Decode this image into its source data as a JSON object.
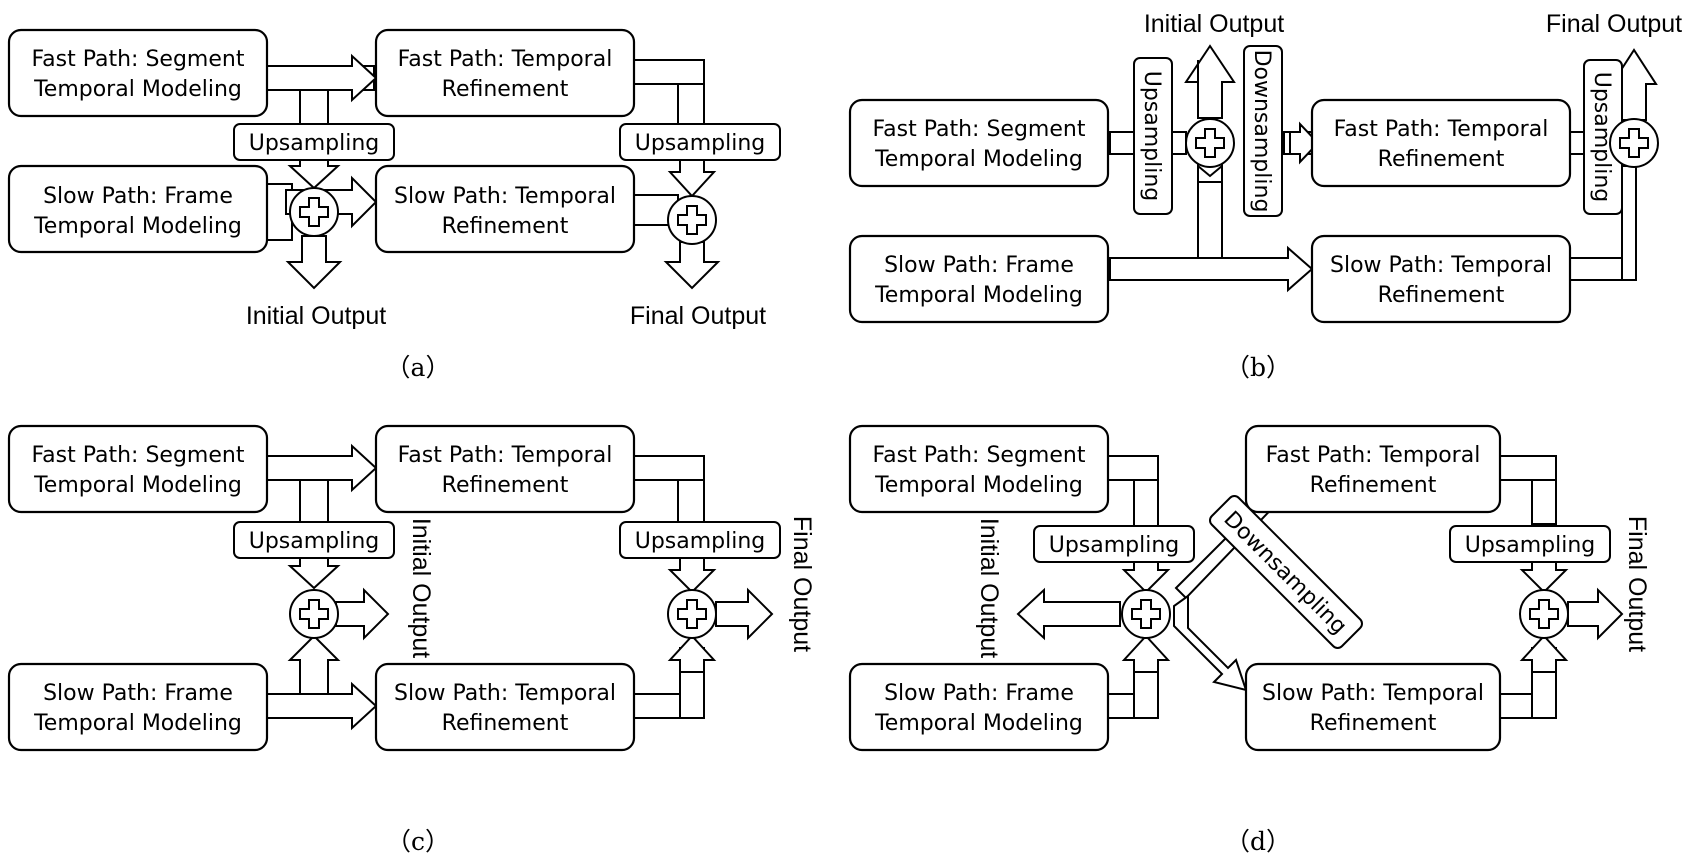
{
  "diagram": {
    "fast_path_segment_l1": "Fast Path: Segment",
    "fast_path_segment_l2": "Temporal Modeling",
    "slow_path_frame_l1": "Slow Path: Frame",
    "slow_path_frame_l2": "Temporal Modeling",
    "fast_refine_l1": "Fast Path: Temporal",
    "fast_refine_l2": "Refinement",
    "slow_refine_l1": "Slow Path: Temporal",
    "slow_refine_l2": "Refinement",
    "upsampling": "Upsampling",
    "downsampling": "Downsampling",
    "initial_output": "Initial Output",
    "final_output": "Final Output"
  },
  "captions": {
    "a": "（a）",
    "b": "（b）",
    "c": "（c）",
    "d": "（d）"
  }
}
